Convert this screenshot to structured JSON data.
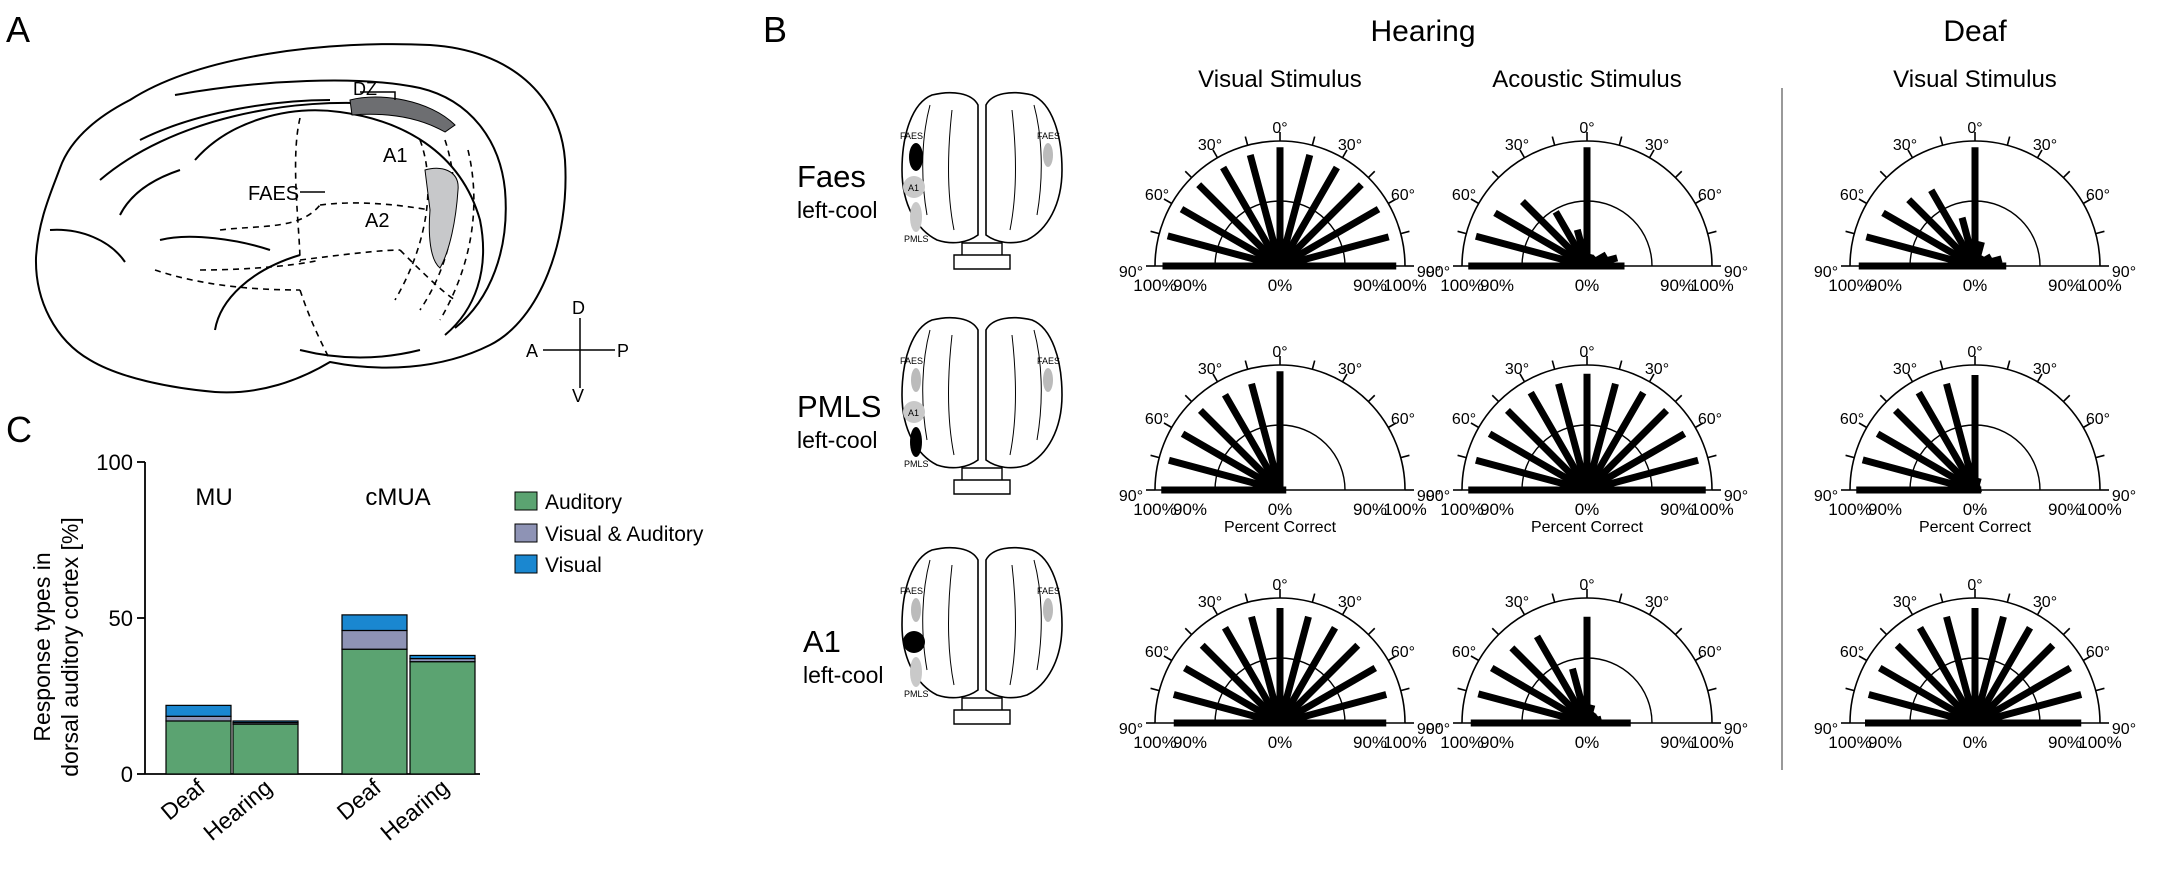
{
  "panel_labels": {
    "a": "A",
    "b": "B",
    "c": "C"
  },
  "brain": {
    "labels": [
      "DZ",
      "A1",
      "A2",
      "FAES"
    ],
    "compass": {
      "d": "D",
      "v": "V",
      "a": "A",
      "p": "P"
    }
  },
  "group_titles": {
    "hearing": "Hearing",
    "deaf": "Deaf"
  },
  "column_titles": [
    "Visual Stimulus",
    "Acoustic Stimulus",
    "Visual Stimulus"
  ],
  "row_titles": [
    {
      "name": "Faes",
      "sub": "left-cool"
    },
    {
      "name": "PMLS",
      "sub": "left-cool"
    },
    {
      "name": "A1",
      "sub": "left-cool"
    }
  ],
  "thumb_labels": {
    "faes": "FAES",
    "a1": "A1",
    "pmls": "PMLS"
  },
  "polar_axis": {
    "angle_labels": [
      "90°",
      "60°",
      "30°",
      "0°",
      "30°",
      "60°",
      "90°"
    ],
    "pct_labels": [
      "100%",
      "90%",
      "0%",
      "90%",
      "100%"
    ],
    "xlabel": "Percent Correct",
    "xlabel_rows": [
      1
    ]
  },
  "chart_data": [
    {
      "type": "bar",
      "title": "",
      "ylabel": "Response types in dorsal auditory cortex [%]",
      "ylim": [
        0,
        100
      ],
      "yticks": [
        0,
        50,
        100
      ],
      "group_labels": [
        "MU",
        "cMUA"
      ],
      "categories": [
        "Deaf",
        "Hearing",
        "Deaf",
        "Hearing"
      ],
      "legend_position": "top-right",
      "series": [
        {
          "name": "Auditory",
          "color": "#5ba371",
          "values": [
            17,
            16,
            40,
            36
          ]
        },
        {
          "name": "Visual & Auditory",
          "color": "#8e93b5",
          "values": [
            1.5,
            0.5,
            6,
            1
          ]
        },
        {
          "name": "Visual",
          "color": "#1a87d0",
          "values": [
            3.5,
            0.5,
            5,
            1
          ]
        }
      ]
    },
    {
      "type": "polar-bar",
      "title": "Percent correct by speaker angle, three cooling conditions × three stimulus/group columns",
      "angles": [
        -90,
        -75,
        -60,
        -45,
        -30,
        -15,
        0,
        15,
        30,
        45,
        60,
        75,
        90
      ],
      "r_range": [
        0,
        100
      ],
      "r_circle": 90,
      "panels": [
        {
          "row": "Faes",
          "column": "Hearing - Visual Stimulus",
          "values": [
            94,
            93,
            91,
            92,
            91,
            92,
            95,
            92,
            91,
            92,
            91,
            90,
            93
          ]
        },
        {
          "row": "Faes",
          "column": "Hearing - Acoustic Stimulus",
          "values": [
            95,
            92,
            85,
            73,
            50,
            30,
            95,
            10,
            8,
            10,
            18,
            25,
            30
          ]
        },
        {
          "row": "Faes",
          "column": "Deaf - Visual Stimulus",
          "values": [
            93,
            90,
            85,
            75,
            70,
            40,
            95,
            20,
            10,
            8,
            15,
            22,
            25
          ]
        },
        {
          "row": "PMLS",
          "column": "Hearing - Visual Stimulus",
          "values": [
            95,
            92,
            90,
            90,
            88,
            88,
            95,
            3,
            2,
            2,
            3,
            3,
            5
          ]
        },
        {
          "row": "PMLS",
          "column": "Hearing - Acoustic Stimulus",
          "values": [
            95,
            92,
            90,
            90,
            90,
            88,
            93,
            88,
            90,
            90,
            90,
            92,
            95
          ]
        },
        {
          "row": "PMLS",
          "column": "Deaf - Visual Stimulus",
          "values": [
            95,
            93,
            90,
            90,
            90,
            88,
            92,
            10,
            3,
            3,
            4,
            5,
            5
          ]
        },
        {
          "row": "A1",
          "column": "Hearing - Visual Stimulus",
          "values": [
            85,
            88,
            88,
            88,
            88,
            88,
            92,
            88,
            88,
            88,
            88,
            88,
            85
          ]
        },
        {
          "row": "A1",
          "column": "Hearing - Acoustic Stimulus",
          "values": [
            93,
            90,
            88,
            85,
            80,
            45,
            85,
            15,
            10,
            10,
            10,
            12,
            35
          ]
        },
        {
          "row": "A1",
          "column": "Deaf - Visual Stimulus",
          "values": [
            88,
            88,
            88,
            88,
            88,
            88,
            92,
            88,
            88,
            88,
            88,
            88,
            85
          ]
        }
      ]
    }
  ]
}
